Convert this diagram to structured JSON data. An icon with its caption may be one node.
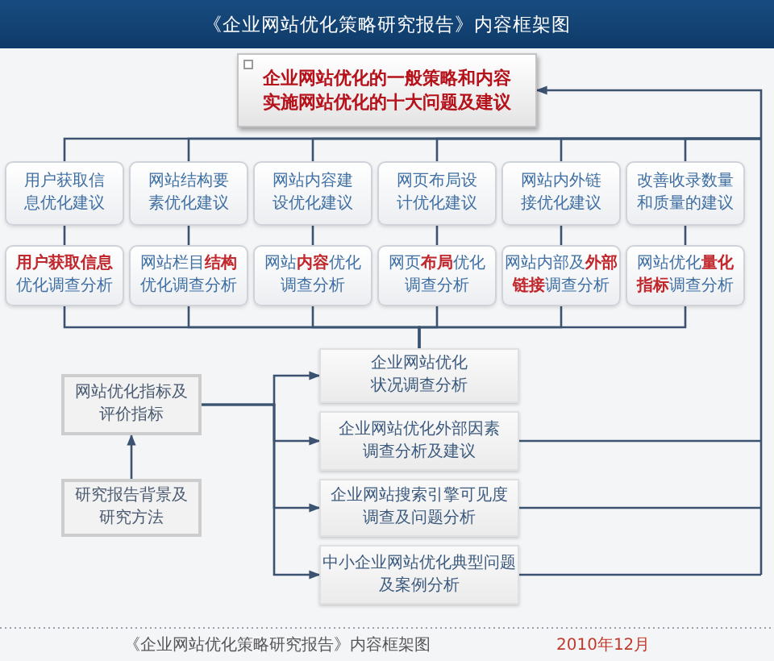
{
  "diagram": {
    "title": "《企业网站优化策略研究报告》内容框架图",
    "caption": "《企业网站优化策略研究报告》内容框架图",
    "nodes": [
      {
        "text": [
          "企业网站优化的一般策略和内容",
          "实施网站优化的十大问题及建议"
        ]
      },
      {
        "text": [
          "用户获取信息优化建议"
        ]
      },
      {
        "text": [
          "网站结构要素优化建议"
        ]
      },
      {
        "text": [
          "网站内容建设优化建议"
        ]
      },
      {
        "text": [
          "网页布局设计优化建议"
        ]
      },
      {
        "text": [
          "网站内外链接优化建议"
        ]
      },
      {
        "text": [
          "改善收录数量和质量的建议"
        ]
      },
      {
        "text": [
          "**用户获取信息**优化调查分析"
        ]
      },
      {
        "text": [
          "网站栏目**结构**优化调查分析"
        ]
      },
      {
        "text": [
          "网站**内容**优化调查分析"
        ]
      },
      {
        "text": [
          "网页**布局**优化调查分析"
        ]
      },
      {
        "text": [
          "网站内部及**外部链接**调查分析"
        ]
      },
      {
        "text": [
          "网站优化**量化指标**调查分析"
        ]
      },
      {
        "text": [
          "企业网站优化状况调查分析"
        ]
      },
      {
        "text": [
          "网站优化指标及评价指标"
        ]
      },
      {
        "text": [
          "研究报告背景及研究方法"
        ]
      },
      {
        "text": [
          "企业网站优化外部因素调查分析及建议"
        ]
      },
      {
        "text": [
          "企业网站搜索引擎可见度调查及问题分析"
        ]
      },
      {
        "text": [
          "中小企业网站优化典型问题及案例分析"
        ]
      }
    ],
    "edges": [
      {
        "from": 1,
        "to": 0,
        "arrow": "to"
      },
      {
        "from": 2,
        "to": 0,
        "arrow": "to"
      },
      {
        "from": 3,
        "to": 0,
        "arrow": "to"
      },
      {
        "from": 4,
        "to": 0,
        "arrow": "to"
      },
      {
        "from": 5,
        "to": 0,
        "arrow": "to"
      },
      {
        "from": 6,
        "to": 0,
        "arrow": "to"
      },
      {
        "from": 7,
        "to": 1,
        "arrow": "none"
      },
      {
        "from": 8,
        "to": 2,
        "arrow": "none"
      },
      {
        "from": 9,
        "to": 3,
        "arrow": "none"
      },
      {
        "from": 10,
        "to": 4,
        "arrow": "none"
      },
      {
        "from": 11,
        "to": 5,
        "arrow": "none"
      },
      {
        "from": 12,
        "to": 6,
        "arrow": "none"
      },
      {
        "from": 13,
        "to": 7,
        "arrow": "none"
      },
      {
        "from": 13,
        "to": 8,
        "arrow": "none"
      },
      {
        "from": 13,
        "to": 9,
        "arrow": "none"
      },
      {
        "from": 13,
        "to": 10,
        "arrow": "none"
      },
      {
        "from": 13,
        "to": 11,
        "arrow": "none"
      },
      {
        "from": 13,
        "to": 12,
        "arrow": "none"
      },
      {
        "from": 15,
        "to": 14,
        "arrow": "to"
      },
      {
        "from": 14,
        "to": 13,
        "arrow": "to"
      },
      {
        "from": 14,
        "to": 16,
        "arrow": "to"
      },
      {
        "from": 14,
        "to": 17,
        "arrow": "to"
      },
      {
        "from": 14,
        "to": 18,
        "arrow": "to"
      },
      {
        "from": 16,
        "to": 0,
        "arrow": "to"
      },
      {
        "from": 17,
        "to": 0,
        "arrow": "to"
      },
      {
        "from": 18,
        "to": 0,
        "arrow": "to"
      }
    ],
    "labels": [
      "2010年12月"
    ]
  }
}
